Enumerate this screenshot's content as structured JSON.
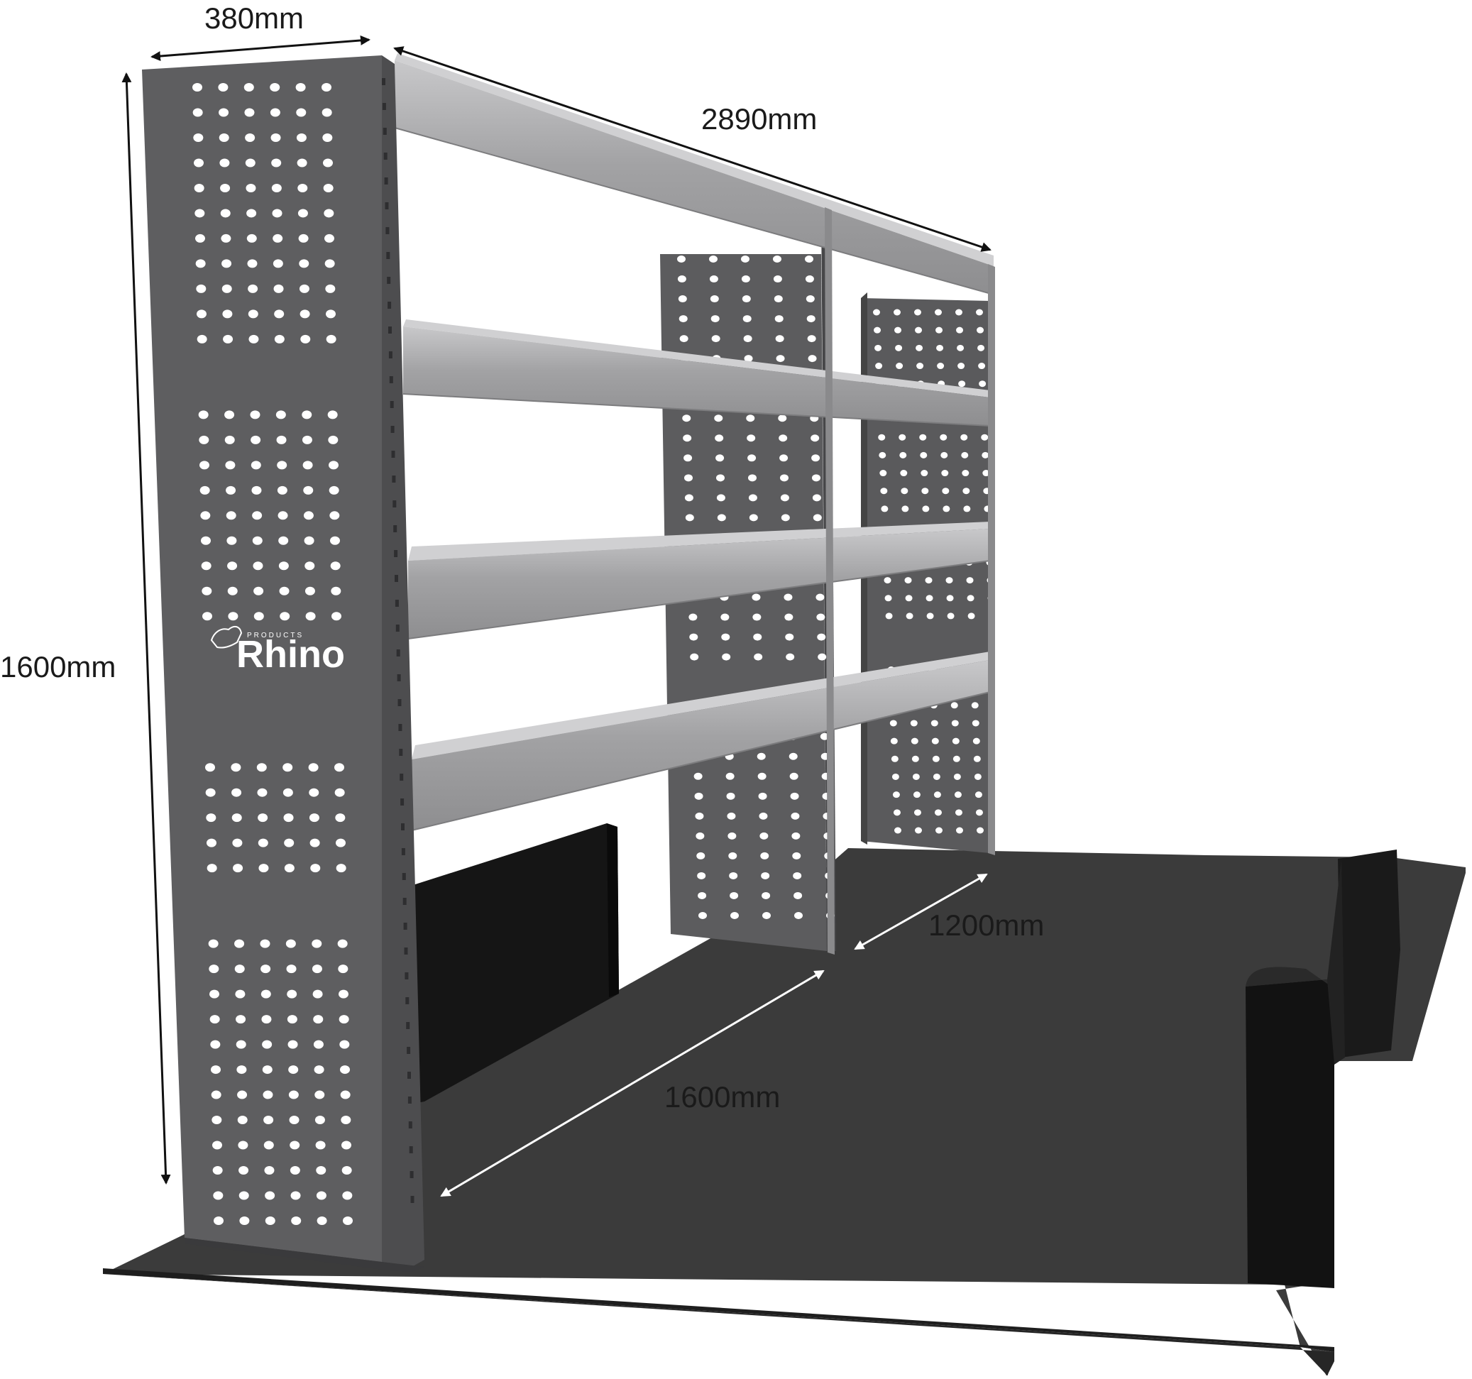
{
  "brand": {
    "name": "Rhino",
    "tagline": "PRODUCTS"
  },
  "dimensions": {
    "depth_top": "380mm",
    "length_top": "2890mm",
    "height": "1600mm",
    "floor_width": "1200mm",
    "floor_length": "1600mm"
  },
  "colors": {
    "panel": "#5e5e60",
    "panel_dark": "#4a4a4c",
    "shelf": "#9b9b9d",
    "shelf_light": "#c4c4c6",
    "floor": "#3c3c3c",
    "wheel_arch": "#141414"
  }
}
